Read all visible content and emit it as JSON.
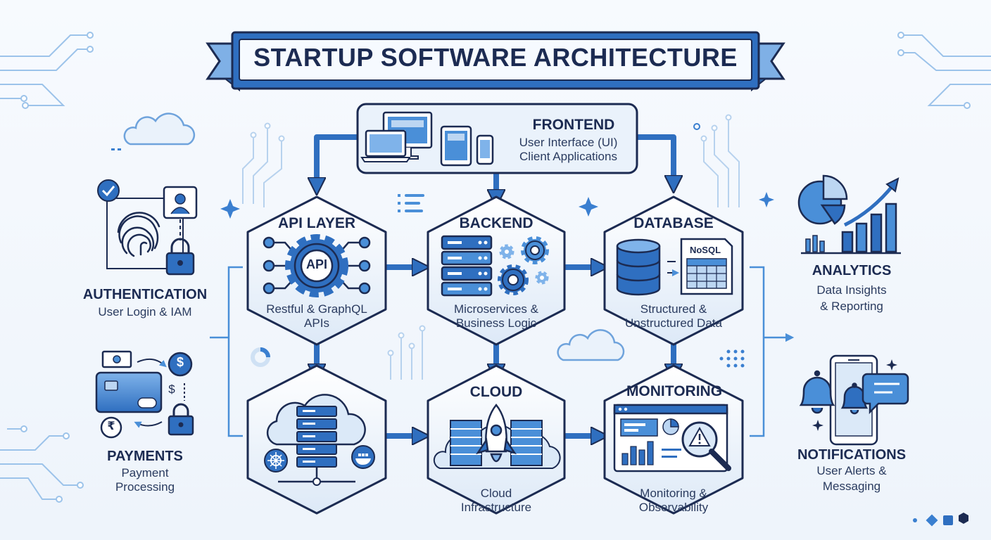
{
  "title": "STARTUP SOFTWARE ARCHITECTURE",
  "frontend": {
    "title": "FRONTEND",
    "line1": "User Interface (UI)",
    "line2": "Client Applications"
  },
  "api_layer": {
    "title": "API LAYER",
    "badge": "API",
    "line1": "Restful & GraphQL",
    "line2": "APIs"
  },
  "backend": {
    "title": "BACKEND",
    "line1": "Microservices &",
    "line2": "Business Logic"
  },
  "database": {
    "title": "DATABASE",
    "badge": "NoSQL",
    "line1": "Structured &",
    "line2": "Unstructured Data"
  },
  "cloud": {
    "title": "CLOUD",
    "line1": "Cloud",
    "line2": "Infrastructure"
  },
  "monitoring": {
    "title": "MONITORING",
    "line1": "Monitoring &",
    "line2": "Observability"
  },
  "authentication": {
    "title": "AUTHENTICATION",
    "line1": "User Login & IAM"
  },
  "payments": {
    "title": "PAYMENTS",
    "line1": "Payment",
    "line2": "Processing",
    "currency1": "$",
    "currency2": "$",
    "currency3": "₹"
  },
  "analytics": {
    "title": "ANALYTICS",
    "line1": "Data Insights",
    "line2": "& Reporting"
  },
  "notifications": {
    "title": "NOTIFICATIONS",
    "line1": "User Alerts &",
    "line2": "Messaging"
  },
  "icons": [
    "fingerprint-icon",
    "checkmark-icon",
    "user-icon",
    "lock-icon",
    "credit-card-icon",
    "coin-icon",
    "banknote-icon",
    "server-icon",
    "gear-icon",
    "database-icon",
    "spreadsheet-icon",
    "cloud-icon",
    "rocket-icon",
    "kubernetes-icon",
    "docker-icon",
    "dashboard-icon",
    "magnifier-icon",
    "warning-icon",
    "pie-chart-icon",
    "bar-chart-icon",
    "trend-arrow-icon",
    "bell-icon",
    "smartphone-icon",
    "chat-bubble-icon"
  ],
  "colors": {
    "primary": "#2f6fc0",
    "dark": "#1c2b52",
    "light_fill": "#dbe9f8",
    "accent": "#4a8fd8"
  }
}
